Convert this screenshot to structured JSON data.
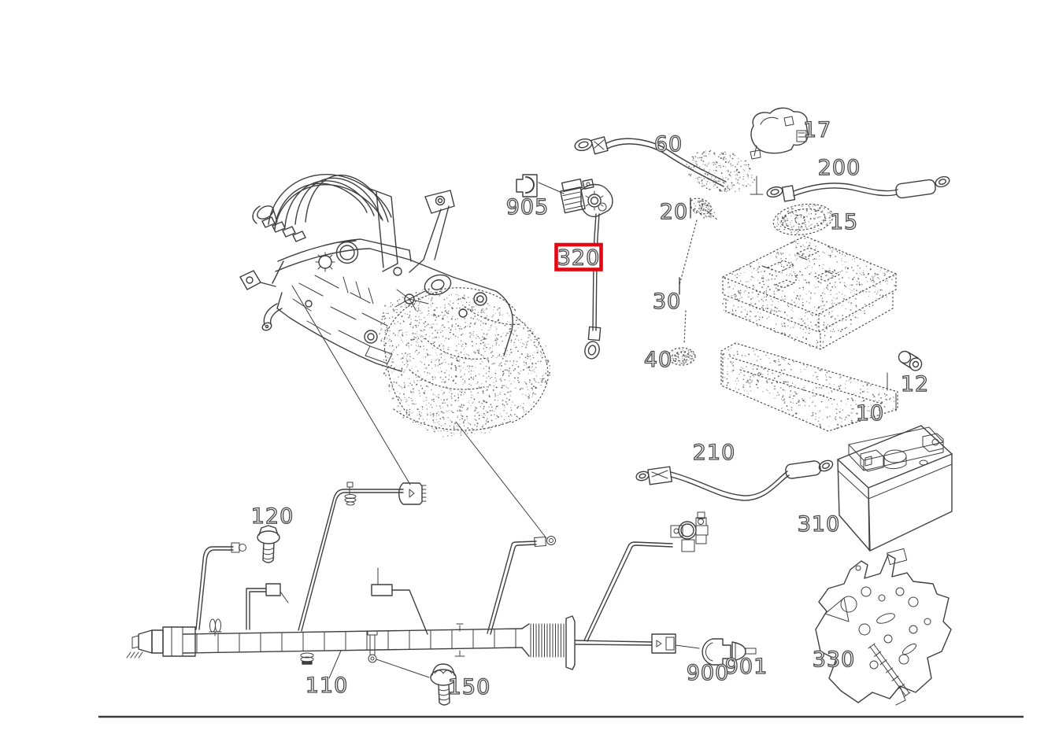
{
  "diagram": {
    "type": "exploded-parts-diagram",
    "background": "#ffffff",
    "line_color": "#3f3f3f",
    "rule_color": "#3a3a3a",
    "highlight": {
      "part": "320",
      "box_color": "#e30613"
    },
    "labels": {
      "p60": "60",
      "p17": "17",
      "p200": "200",
      "p905": "905",
      "p20": "20",
      "p15": "15",
      "p320": "320",
      "p30": "30",
      "p12": "12",
      "p40": "40",
      "p10": "10",
      "p210": "210",
      "p310": "310",
      "p120": "120",
      "p110": "110",
      "p150": "150",
      "p900": "900",
      "p901": "901",
      "p330": "330"
    }
  }
}
